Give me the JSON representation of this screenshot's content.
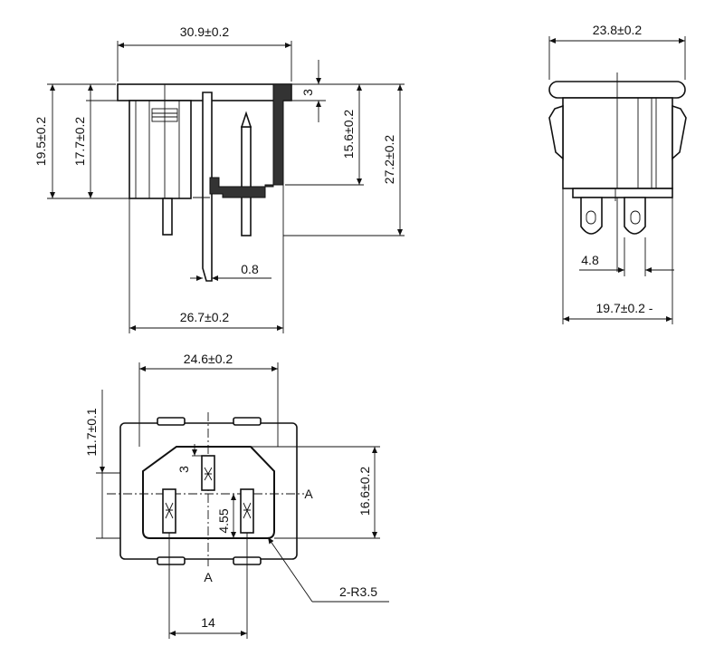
{
  "views": {
    "side": {
      "dims": {
        "total_width": "30.9±0.2",
        "left_height": "19.5±0.2",
        "inner_height": "17.7±0.2",
        "flange": "3",
        "pin_height": "15.6±0.2",
        "total_height": "27.2±0.2",
        "pin_thickness": "0.8",
        "bottom_width": "26.7±0.2"
      }
    },
    "end": {
      "dims": {
        "top_width": "23.8±0.2",
        "pin_pitch": "4.8",
        "bottom_width": "19.7±0.2 -"
      }
    },
    "front": {
      "dims": {
        "width": "24.6±0.2",
        "height": "11.7±0.1",
        "pin_gap": "3",
        "offset": "4.55",
        "body_height": "16.6±0.2",
        "section_mark_right": "A",
        "section_mark_bottom": "A",
        "radius": "2-R3.5",
        "pin_spacing": "14"
      }
    }
  }
}
